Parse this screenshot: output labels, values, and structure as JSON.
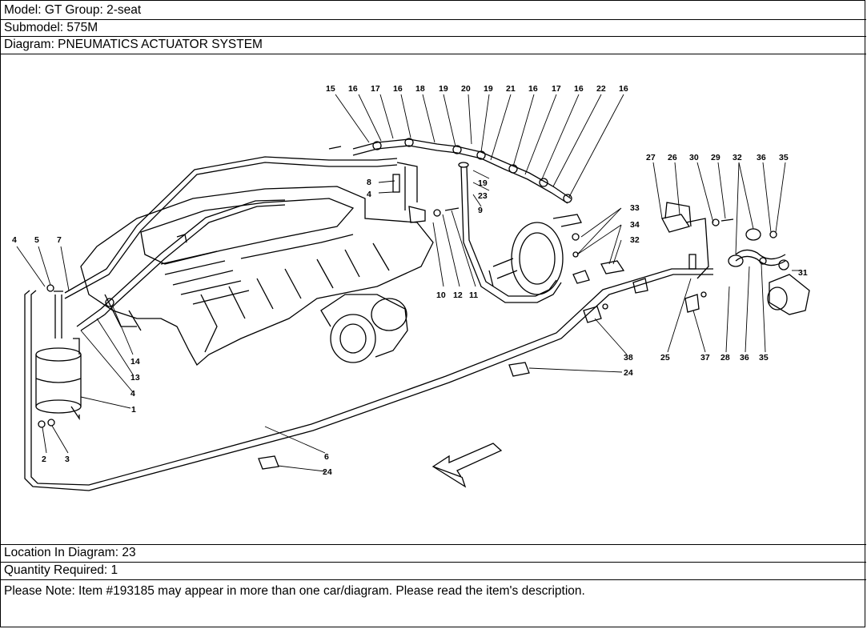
{
  "header": {
    "model": "Model: GT Group: 2-seat",
    "submodel": "Submodel: 575M",
    "diagram": "Diagram: PNEUMATICS ACTUATOR SYSTEM"
  },
  "footer": {
    "location": "Location In Diagram: 23",
    "quantity": "Quantity Required: 1",
    "note": "Please Note: Item #193185 may appear in more than one car/diagram. Please read the item's description."
  },
  "callouts": [
    {
      "id": "c-15",
      "label": "15"
    },
    {
      "id": "c-16a",
      "label": "16"
    },
    {
      "id": "c-17a",
      "label": "17"
    },
    {
      "id": "c-16b",
      "label": "16"
    },
    {
      "id": "c-18",
      "label": "18"
    },
    {
      "id": "c-19a",
      "label": "19"
    },
    {
      "id": "c-20",
      "label": "20"
    },
    {
      "id": "c-19b",
      "label": "19"
    },
    {
      "id": "c-21",
      "label": "21"
    },
    {
      "id": "c-16c",
      "label": "16"
    },
    {
      "id": "c-17b",
      "label": "17"
    },
    {
      "id": "c-16d",
      "label": "16"
    },
    {
      "id": "c-22",
      "label": "22"
    },
    {
      "id": "c-16e",
      "label": "16"
    },
    {
      "id": "c-8",
      "label": "8"
    },
    {
      "id": "c-4a",
      "label": "4"
    },
    {
      "id": "c-19c",
      "label": "19"
    },
    {
      "id": "c-23",
      "label": "23"
    },
    {
      "id": "c-9",
      "label": "9"
    },
    {
      "id": "c-27",
      "label": "27"
    },
    {
      "id": "c-26",
      "label": "26"
    },
    {
      "id": "c-30",
      "label": "30"
    },
    {
      "id": "c-29",
      "label": "29"
    },
    {
      "id": "c-32a",
      "label": "32"
    },
    {
      "id": "c-36a",
      "label": "36"
    },
    {
      "id": "c-35a",
      "label": "35"
    },
    {
      "id": "c-33",
      "label": "33"
    },
    {
      "id": "c-34",
      "label": "34"
    },
    {
      "id": "c-32b",
      "label": "32"
    },
    {
      "id": "c-31",
      "label": "31"
    },
    {
      "id": "c-4b",
      "label": "4"
    },
    {
      "id": "c-5",
      "label": "5"
    },
    {
      "id": "c-7",
      "label": "7"
    },
    {
      "id": "c-10",
      "label": "10"
    },
    {
      "id": "c-12",
      "label": "12"
    },
    {
      "id": "c-11",
      "label": "11"
    },
    {
      "id": "c-14",
      "label": "14"
    },
    {
      "id": "c-13",
      "label": "13"
    },
    {
      "id": "c-4c",
      "label": "4"
    },
    {
      "id": "c-1",
      "label": "1"
    },
    {
      "id": "c-2",
      "label": "2"
    },
    {
      "id": "c-3",
      "label": "3"
    },
    {
      "id": "c-38",
      "label": "38"
    },
    {
      "id": "c-24a",
      "label": "24"
    },
    {
      "id": "c-25",
      "label": "25"
    },
    {
      "id": "c-37",
      "label": "37"
    },
    {
      "id": "c-28",
      "label": "28"
    },
    {
      "id": "c-36b",
      "label": "36"
    },
    {
      "id": "c-35b",
      "label": "35"
    },
    {
      "id": "c-6",
      "label": "6"
    },
    {
      "id": "c-24b",
      "label": "24"
    }
  ]
}
